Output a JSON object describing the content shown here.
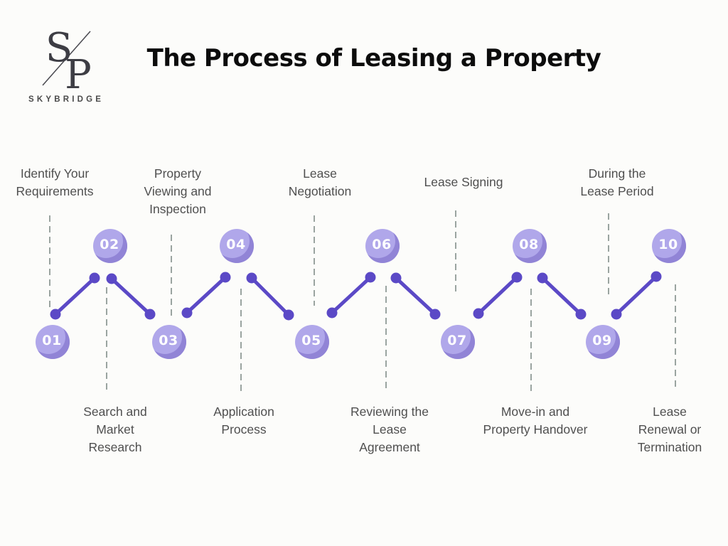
{
  "logo": {
    "monogram_top": "S",
    "monogram_bottom": "P",
    "brand": "SKYBRIDGE"
  },
  "title": "The Process of Leasing a Property",
  "colors": {
    "background": "#fcfcfa",
    "node_fill": "#b0a7ea",
    "node_shade": "#9184d6",
    "node_number_text": "#ffffff",
    "connector_line": "#5b49c6",
    "dashed_guide_line": "#9aa4a0",
    "label_text": "#4f4f4f",
    "title_text": "#0c0c0c"
  },
  "steps": [
    {
      "number": "01",
      "label": "Identify Your Requirements",
      "label_position": "top"
    },
    {
      "number": "02",
      "label": "Search and Market Research",
      "label_position": "bottom"
    },
    {
      "number": "03",
      "label": "Property Viewing and Inspection",
      "label_position": "top"
    },
    {
      "number": "04",
      "label": "Application Process",
      "label_position": "bottom"
    },
    {
      "number": "05",
      "label": "Lease Negotiation",
      "label_position": "top"
    },
    {
      "number": "06",
      "label": "Reviewing the Lease Agreement",
      "label_position": "bottom"
    },
    {
      "number": "07",
      "label": "Lease Signing",
      "label_position": "top"
    },
    {
      "number": "08",
      "label": "Move-in and Property Handover",
      "label_position": "bottom"
    },
    {
      "number": "09",
      "label": "During the Lease Period",
      "label_position": "top"
    },
    {
      "number": "10",
      "label": "Lease Renewal or Termination",
      "label_position": "bottom"
    }
  ]
}
